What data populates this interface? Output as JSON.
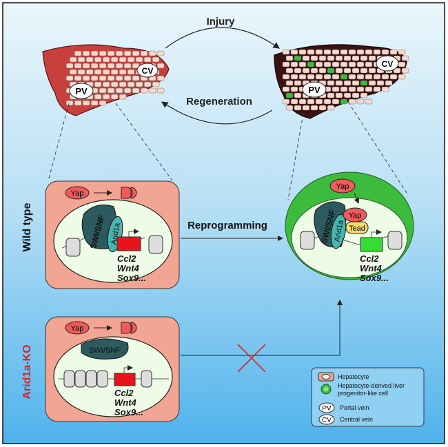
{
  "top": {
    "injury_label": "Injury",
    "regeneration_label": "Regeneration",
    "left_liver": {
      "pv": "PV",
      "cv": "CV"
    },
    "right_liver": {
      "pv": "PV",
      "cv": "CV"
    }
  },
  "wild_type": {
    "row_label": "Wild type",
    "yap": "Yap",
    "complex": "SWI/SNF",
    "arid": "Arid1a",
    "genes": [
      "Ccl2",
      "Wnt4",
      "Sox9..."
    ]
  },
  "reprogramming_label": "Reprogramming",
  "progenitor": {
    "yap_cytoplasm": "Yap",
    "complex": "SWI/SNF",
    "arid": "Arid1a",
    "yap_nuclear": "Yap",
    "tead": "Tead",
    "genes": [
      "Ccl2",
      "Wnt4",
      "Sox9..."
    ]
  },
  "knockout": {
    "row_label": "Arid1a-KO",
    "yap": "Yap",
    "complex": "SWI/SNF",
    "genes": [
      "Ccl2",
      "Wnt4",
      "Sox9..."
    ]
  },
  "legend": {
    "items": [
      {
        "label": "Hepatocyte"
      },
      {
        "label": "Hepatocyte-derived liver",
        "label2": "progenitor-like cell"
      },
      {
        "symbol": "PV",
        "label": "Portal vein"
      },
      {
        "symbol": "CV",
        "label": "Central vein"
      }
    ]
  },
  "colors": {
    "healthy_liver": "#c8403c",
    "injured_liver": "#3a1212",
    "hepatocyte": "#f2a592",
    "progenitor": "#3dbb3d",
    "gene_off": "#e8141c",
    "gene_on": "#33dd33",
    "ko_label": "#e02020",
    "complex": "#2d5a5e",
    "arid": "#48b6b0"
  }
}
